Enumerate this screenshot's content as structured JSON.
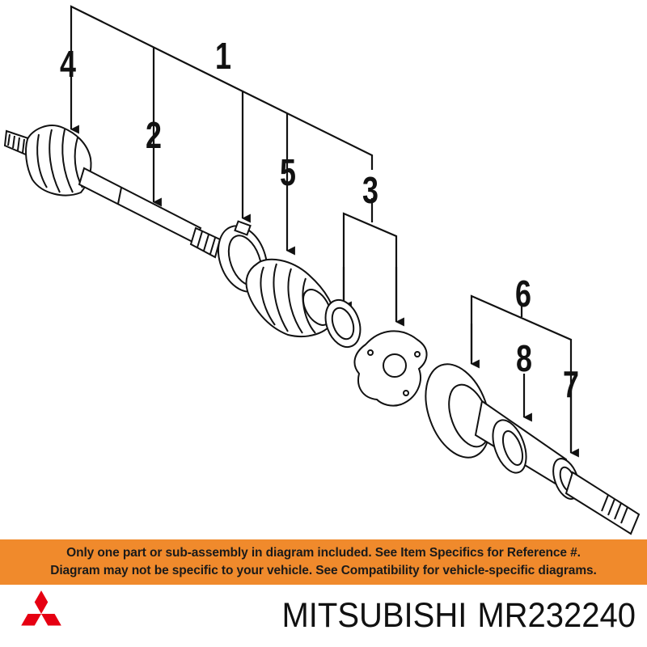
{
  "callouts": {
    "c1": "1",
    "c2": "2",
    "c3": "3",
    "c4": "4",
    "c5": "5",
    "c6": "6",
    "c7": "7",
    "c8": "8"
  },
  "banner": {
    "line1": "Only one part or sub-assembly in diagram included. See Item Specifics for Reference #.",
    "line2": "Diagram may not be specific to your vehicle. See Compatibility for vehicle-specific diagrams."
  },
  "brand": {
    "name": "MITSUBISHI",
    "part_number": "MR232240"
  },
  "colors": {
    "banner": "#f08a2c",
    "logo": "#e60012",
    "line": "#111111"
  }
}
